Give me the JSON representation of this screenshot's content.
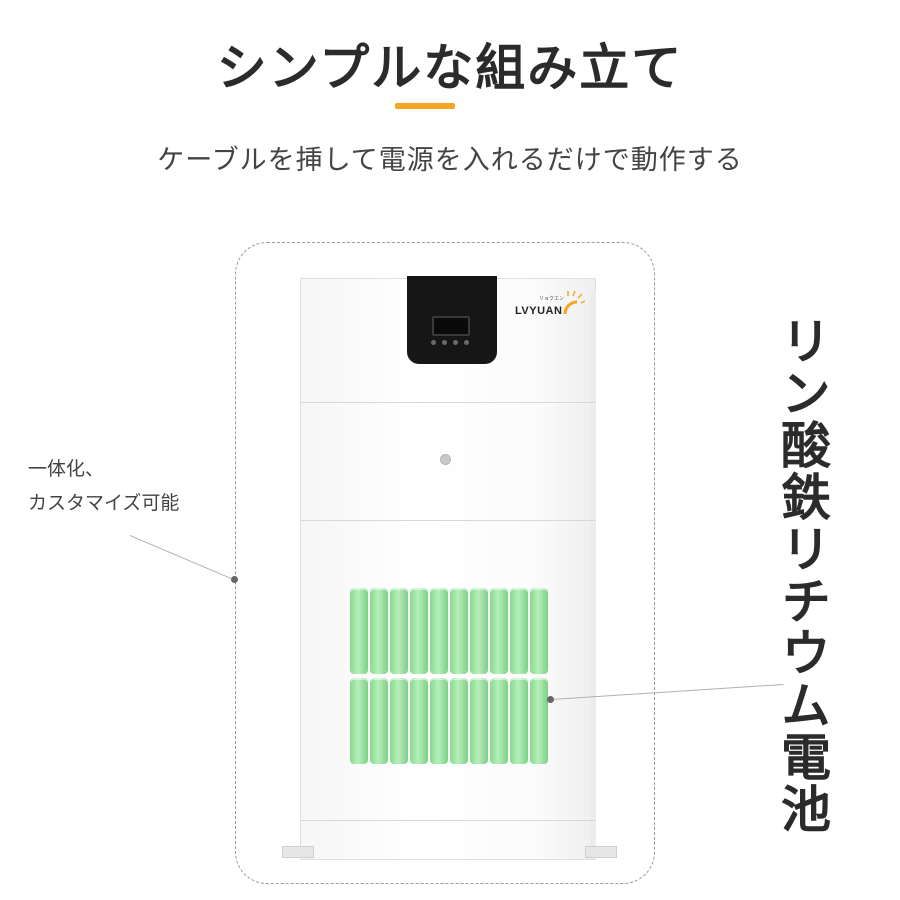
{
  "heading": {
    "title": "シンプルな組み立て",
    "subtitle": "ケーブルを挿して電源を入れるだけで動作する"
  },
  "product": {
    "brand_name": "LVYUAN",
    "brand_kana": "リョクエン"
  },
  "annotations": {
    "left_line1": "一体化、",
    "left_line2": "カスタマイズ可能",
    "right_label": "リン酸鉄リチウム電池"
  },
  "colors": {
    "accent": "#f5a623",
    "cell_green": "#9fe3a6"
  }
}
